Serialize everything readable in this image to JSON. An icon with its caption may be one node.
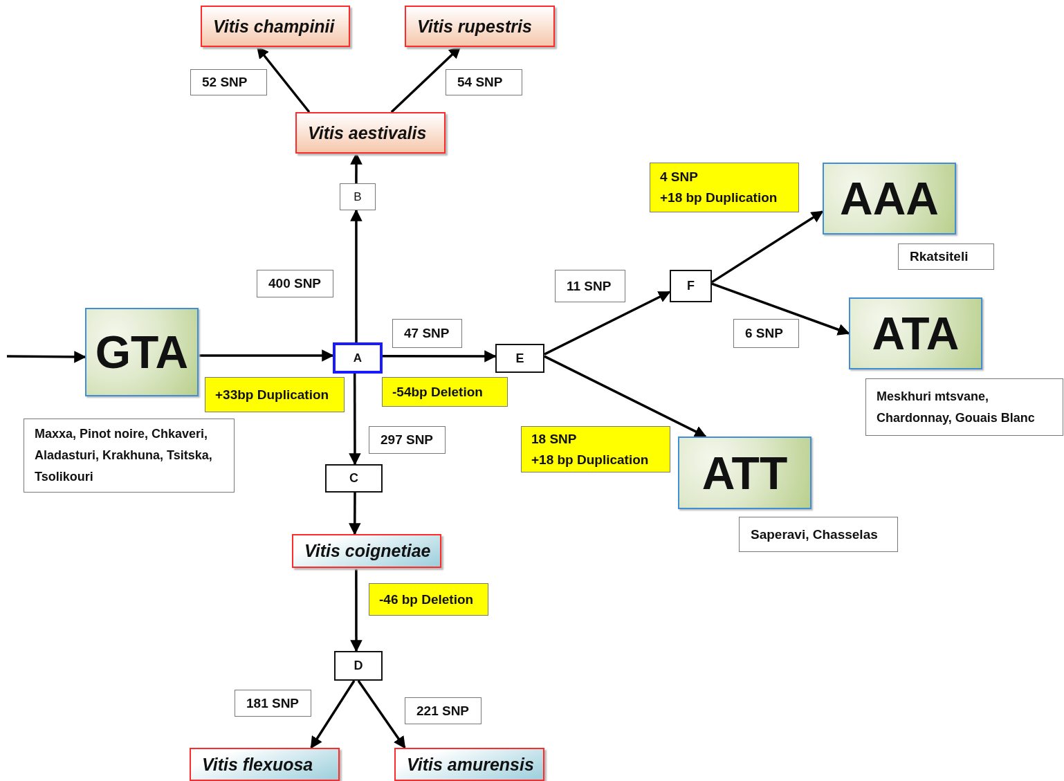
{
  "diagram": {
    "nodes": [
      {
        "text": [
          "Vitis champinii"
        ]
      },
      {
        "text": [
          "Vitis rupestris"
        ]
      },
      {
        "text": [
          "52 SNP"
        ]
      },
      {
        "text": [
          "54 SNP"
        ]
      },
      {
        "text": [
          "Vitis aestivalis"
        ]
      },
      {
        "text": [
          "B"
        ]
      },
      {
        "text": [
          "4 SNP",
          "+18 bp Duplication"
        ]
      },
      {
        "text": [
          "AAA"
        ]
      },
      {
        "text": [
          "Rkatsiteli"
        ]
      },
      {
        "text": [
          "400 SNP"
        ]
      },
      {
        "text": [
          "11 SNP"
        ]
      },
      {
        "text": [
          "F"
        ]
      },
      {
        "text": [
          "GTA"
        ]
      },
      {
        "text": [
          "47 SNP"
        ]
      },
      {
        "text": [
          "A"
        ]
      },
      {
        "text": [
          "E"
        ]
      },
      {
        "text": [
          "6 SNP"
        ]
      },
      {
        "text": [
          "ATA"
        ]
      },
      {
        "text": [
          "+33bp Duplication"
        ]
      },
      {
        "text": [
          "-54bp Deletion"
        ]
      },
      {
        "text": [
          "Meskhuri mtsvane, Chardonnay, Gouais Blanc"
        ]
      },
      {
        "text": [
          "Maxxa, Pinot noire, Chkaveri, Aladasturi, Krakhuna, Tsitska, Tsolikouri"
        ]
      },
      {
        "text": [
          "297 SNP"
        ]
      },
      {
        "text": [
          "18 SNP",
          "+18 bp Duplication"
        ]
      },
      {
        "text": [
          "ATT"
        ]
      },
      {
        "text": [
          "C"
        ]
      },
      {
        "text": [
          "Saperavi, Chasselas"
        ]
      },
      {
        "text": [
          "Vitis coignetiae"
        ]
      },
      {
        "text": [
          "-46 bp Deletion"
        ]
      },
      {
        "text": [
          "D"
        ]
      },
      {
        "text": [
          "181 SNP"
        ]
      },
      {
        "text": [
          "221 SNP"
        ]
      },
      {
        "text": [
          "Vitis flexuosa"
        ]
      },
      {
        "text": [
          "Vitis amurensis"
        ]
      }
    ],
    "edges": [
      {
        "from": null,
        "to": 12,
        "arrow": "to"
      },
      {
        "from": 12,
        "to": 14,
        "arrow": "to"
      },
      {
        "from": 14,
        "to": 5,
        "arrow": "to"
      },
      {
        "from": 5,
        "to": 4,
        "arrow": "to"
      },
      {
        "from": 4,
        "to": 0,
        "arrow": "to"
      },
      {
        "from": 4,
        "to": 1,
        "arrow": "to"
      },
      {
        "from": 14,
        "to": 15,
        "arrow": "to"
      },
      {
        "from": 15,
        "to": 11,
        "arrow": "to"
      },
      {
        "from": 15,
        "to": 24,
        "arrow": "to"
      },
      {
        "from": 11,
        "to": 7,
        "arrow": "to"
      },
      {
        "from": 11,
        "to": 17,
        "arrow": "to"
      },
      {
        "from": 14,
        "to": 25,
        "arrow": "to"
      },
      {
        "from": 25,
        "to": 27,
        "arrow": "to"
      },
      {
        "from": 27,
        "to": 29,
        "arrow": "to"
      },
      {
        "from": 29,
        "to": 32,
        "arrow": "to"
      },
      {
        "from": 29,
        "to": 33,
        "arrow": "to"
      }
    ]
  }
}
